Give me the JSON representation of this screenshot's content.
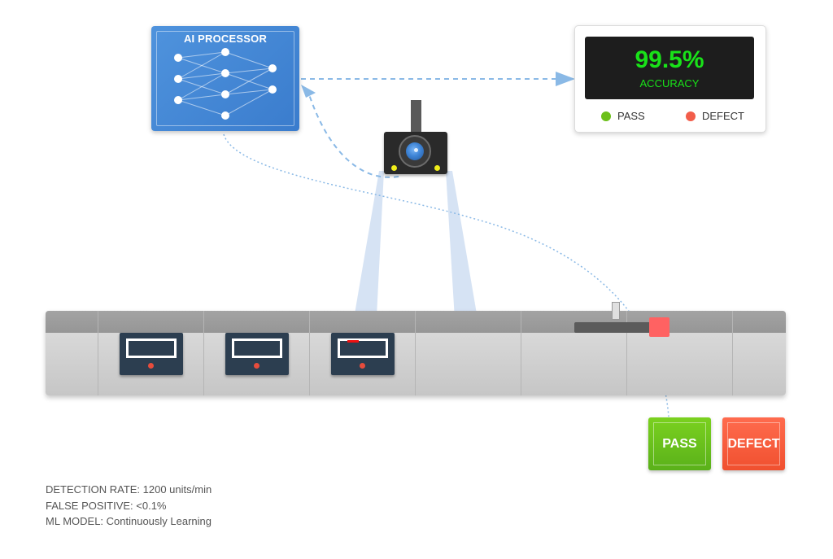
{
  "ai_processor": {
    "title": "AI PROCESSOR"
  },
  "display": {
    "value": "99.5%",
    "label": "ACCURACY",
    "legend": [
      {
        "label": "PASS",
        "color": "#6cc01a"
      },
      {
        "label": "DEFECT",
        "color": "#f25d4a"
      }
    ]
  },
  "conveyor": {
    "items": [
      {
        "name": "product-unit-1",
        "flagged": false
      },
      {
        "name": "product-unit-2",
        "flagged": false
      },
      {
        "name": "product-unit-3",
        "flagged": true
      }
    ]
  },
  "buttons": {
    "pass": "PASS",
    "defect": "DEFECT"
  },
  "stats": {
    "detection_rate": "DETECTION RATE: 1200 units/min",
    "false_positive": "FALSE POSITIVE: <0.1%",
    "ml_model": "ML MODEL: Continuously Learning"
  },
  "colors": {
    "ai_blue": "#4a8ad8",
    "accuracy_green": "#19e219",
    "pass_green": "#6cc01a",
    "defect_red": "#f25d4a",
    "connector": "#8ab9e6"
  }
}
